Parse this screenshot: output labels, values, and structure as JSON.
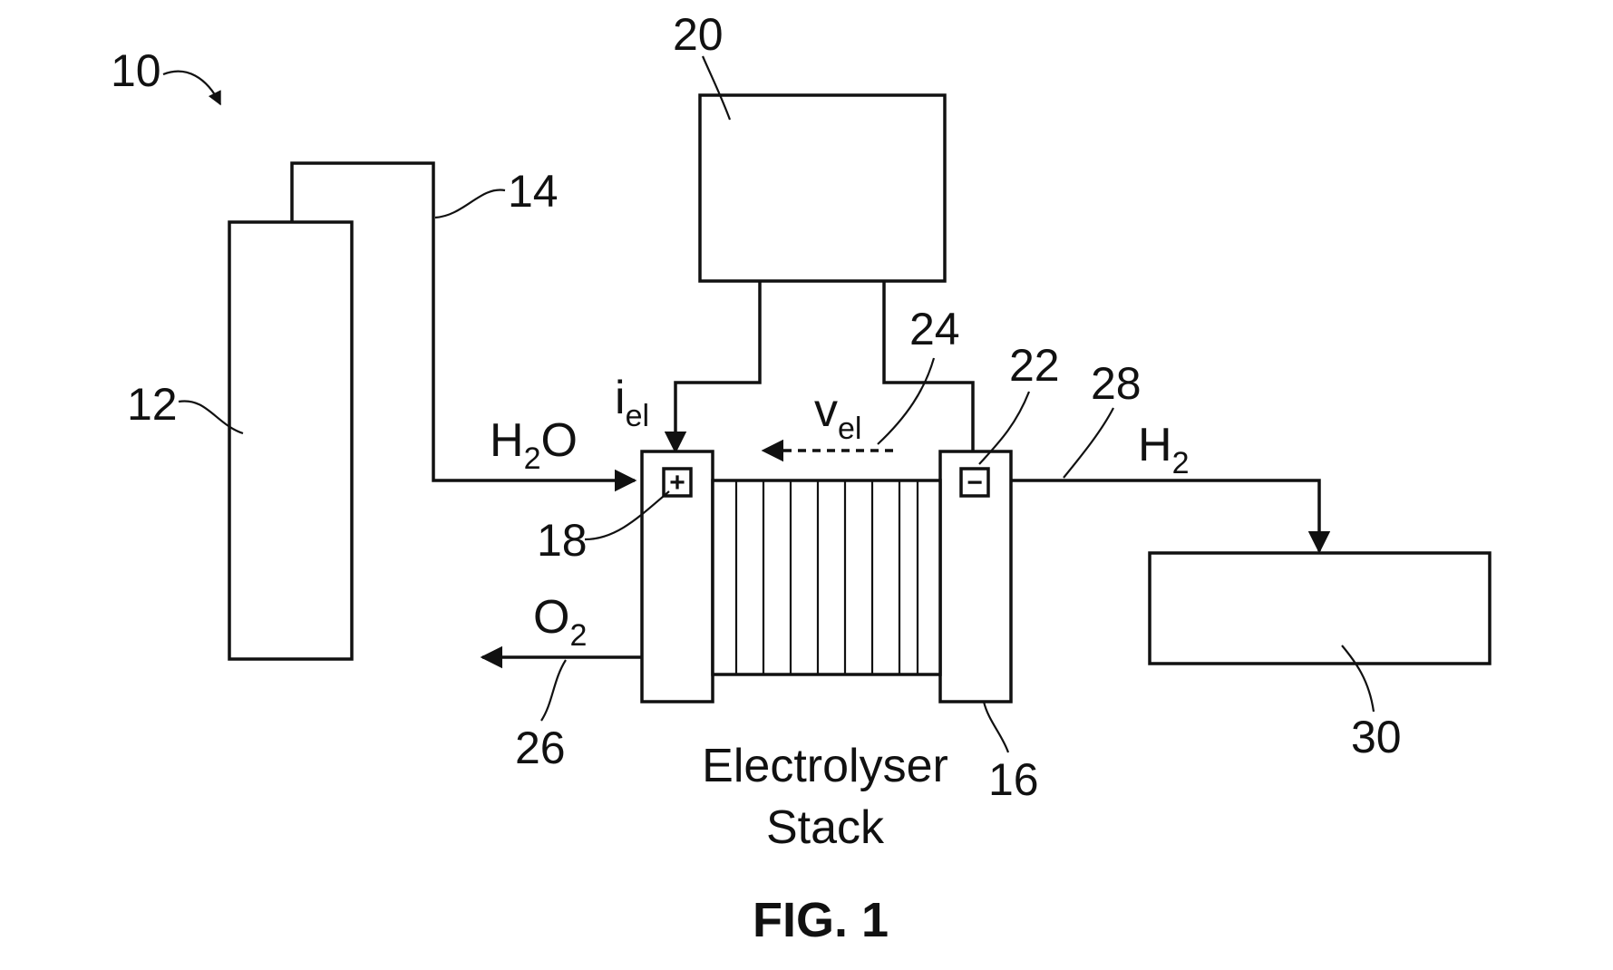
{
  "figure": {
    "title": "FIG. 1",
    "refs": {
      "system": "10",
      "water_tank": "12",
      "water_line": "14",
      "stack": "16",
      "anode_terminal": "18",
      "power_supply": "20",
      "cathode_terminal": "22",
      "voltage_arrow": "24",
      "oxygen_outlet": "26",
      "hydrogen_line": "28",
      "hydrogen_storage": "30"
    },
    "flows": {
      "water": {
        "main": "H",
        "sub": "2",
        "tail": "O"
      },
      "hydrogen": {
        "main": "H",
        "sub": "2"
      },
      "oxygen": {
        "main": "O",
        "sub": "2"
      }
    },
    "electrical": {
      "current": {
        "main": "i",
        "sub": "el"
      },
      "voltage": {
        "main": "v",
        "sub": "el"
      }
    },
    "terminals": {
      "positive": "+",
      "negative": "−"
    },
    "stack_label": {
      "line1": "Electrolyser",
      "line2": "Stack"
    }
  }
}
